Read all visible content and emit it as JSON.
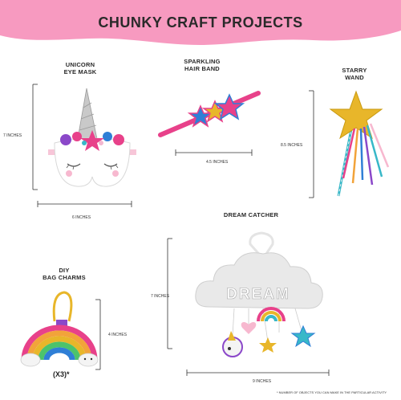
{
  "page": {
    "title": "CHUNKY CRAFT PROJECTS",
    "footnote": "* NUMBER OF OBJECTS YOU CAN MAKE IN THE PARTICULAR ACTIVITY"
  },
  "colors": {
    "banner": "#f79ac0",
    "gold": "#e8b62a",
    "pink": "#e8418a",
    "blue": "#2f7fd6",
    "teal": "#38b8c8",
    "purple": "#8b48c9"
  },
  "projects": {
    "mask": {
      "line1": "UNICORN",
      "line2": "EYE MASK",
      "height": "7 INCHES",
      "width": "6 INCHES"
    },
    "band": {
      "line1": "SPARKLING",
      "line2": "HAIR BAND",
      "width": "4.5 INCHES"
    },
    "wand": {
      "line1": "STARRY",
      "line2": "WAND",
      "height": "8.5 INCHES"
    },
    "catcher": {
      "line1": "DREAM CATCHER",
      "height": "7 INCHES",
      "width": "9 INCHES",
      "word": "DREAM"
    },
    "charms": {
      "line1": "DIY",
      "line2": "BAG CHARMS",
      "height": "4 INCHES",
      "qty": "(X3)*"
    }
  }
}
